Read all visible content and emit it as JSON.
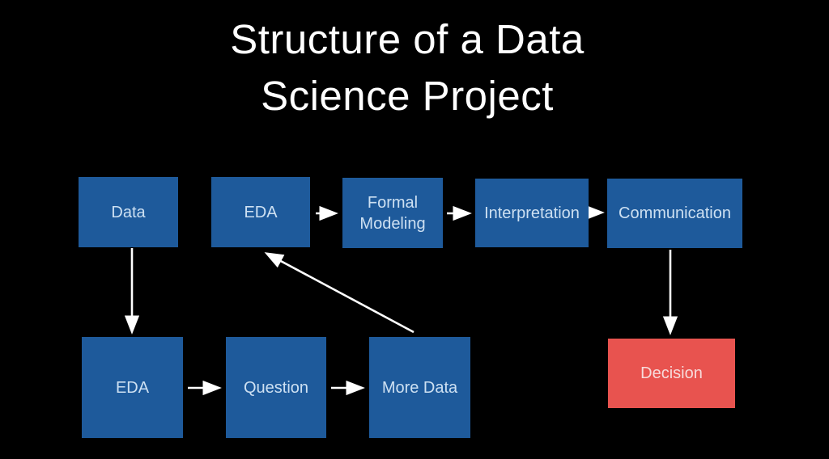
{
  "title": {
    "line1": "Structure of a Data",
    "line2": "Science Project"
  },
  "colors": {
    "background": "#000000",
    "node_blue": "#1e5a9b",
    "node_red": "#e8534f",
    "arrow": "#ffffff",
    "title_text": "#ffffff",
    "node_text_blue": "#cde0f2",
    "node_text_red": "#f7dbdb"
  },
  "nodes": [
    {
      "id": "data",
      "label": "Data",
      "color": "#1e5a9b"
    },
    {
      "id": "eda-top",
      "label": "EDA",
      "color": "#1e5a9b"
    },
    {
      "id": "formal-modeling",
      "label": "Formal Modeling",
      "color": "#1e5a9b"
    },
    {
      "id": "interpretation",
      "label": "Interpretation",
      "color": "#1e5a9b"
    },
    {
      "id": "communication",
      "label": "Communication",
      "color": "#1e5a9b"
    },
    {
      "id": "eda-bottom",
      "label": "EDA",
      "color": "#1e5a9b"
    },
    {
      "id": "question",
      "label": "Question",
      "color": "#1e5a9b"
    },
    {
      "id": "more-data",
      "label": "More Data",
      "color": "#1e5a9b"
    },
    {
      "id": "decision",
      "label": "Decision",
      "color": "#e8534f"
    }
  ],
  "edges": [
    {
      "from": "eda-top",
      "to": "formal-modeling"
    },
    {
      "from": "formal-modeling",
      "to": "interpretation"
    },
    {
      "from": "interpretation",
      "to": "communication"
    },
    {
      "from": "communication",
      "to": "decision"
    },
    {
      "from": "data",
      "to": "eda-bottom"
    },
    {
      "from": "eda-bottom",
      "to": "question"
    },
    {
      "from": "question",
      "to": "more-data"
    },
    {
      "from": "more-data",
      "to": "eda-top"
    }
  ]
}
